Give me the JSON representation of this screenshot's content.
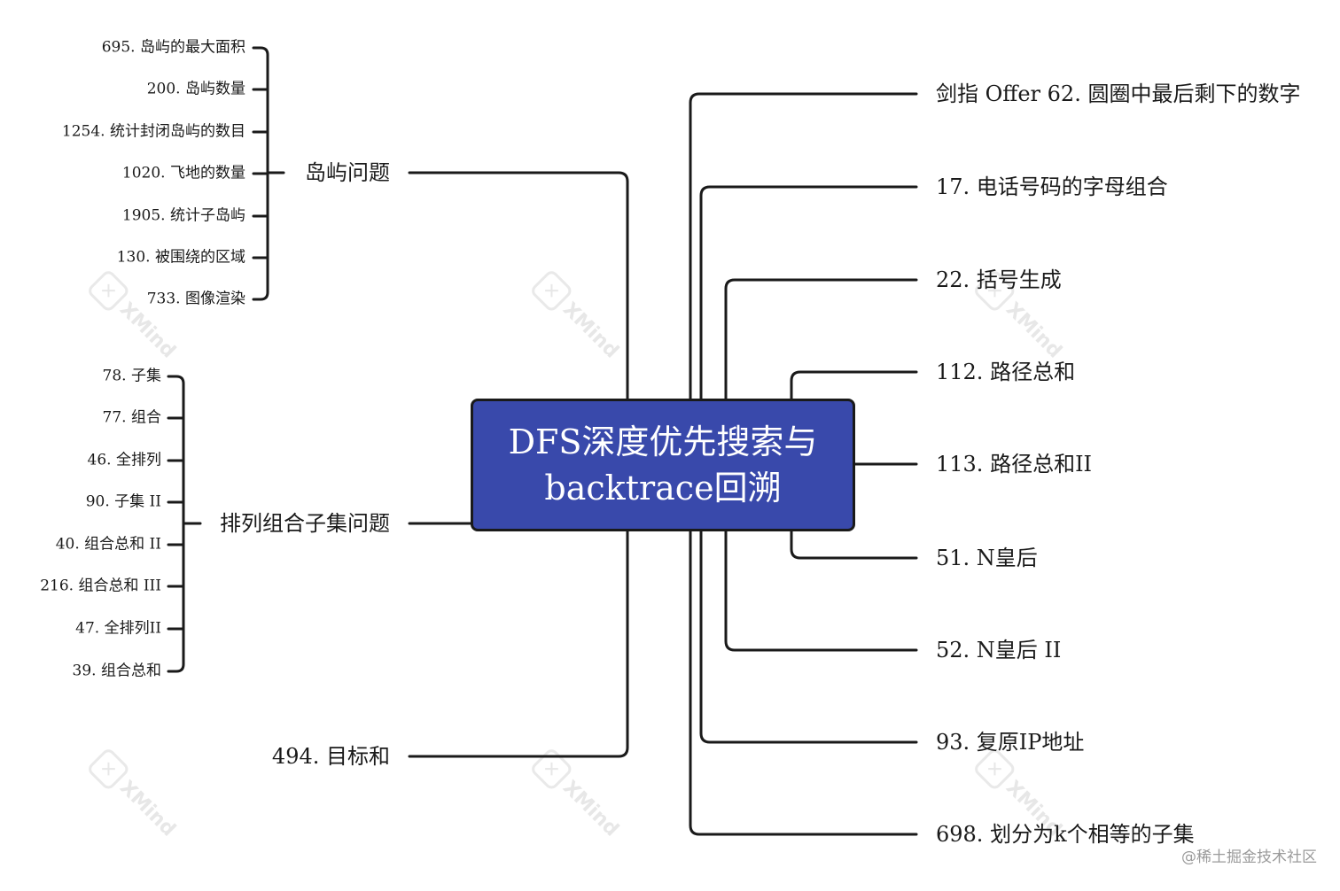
{
  "central": {
    "line1": "DFS深度优先搜索与",
    "line2": "backtrace回溯"
  },
  "right_topics": [
    "剑指 Offer 62. 圆圈中最后剩下的数字",
    "17. 电话号码的字母组合",
    "22. 括号生成",
    "112. 路径总和",
    "113. 路径总和II",
    "51. N皇后",
    "52. N皇后 II",
    "93. 复原IP地址",
    "698. 划分为k个相等的子集"
  ],
  "left_topics": {
    "island": {
      "label": "岛屿问题",
      "children": [
        "695. 岛屿的最大面积",
        "200. 岛屿数量",
        "1254. 统计封闭岛屿的数目",
        "1020. 飞地的数量",
        "1905. 统计子岛屿",
        "130. 被围绕的区域",
        "733. 图像渲染"
      ]
    },
    "permutation": {
      "label": "排列组合子集问题",
      "children": [
        "78. 子集",
        "77. 组合",
        "46. 全排列",
        "90. 子集 II",
        "40. 组合总和 II",
        "216. 组合总和 III",
        "47. 全排列II",
        "39. 组合总和"
      ]
    },
    "target_sum": {
      "label": "494. 目标和"
    }
  },
  "watermark": {
    "text": "XMind",
    "icon": "xmind-x-icon"
  },
  "credit": "@稀土掘金技术社区",
  "colors": {
    "central_fill": "#3949ab",
    "line": "#1a1a1a",
    "text": "#1a1a1a"
  }
}
